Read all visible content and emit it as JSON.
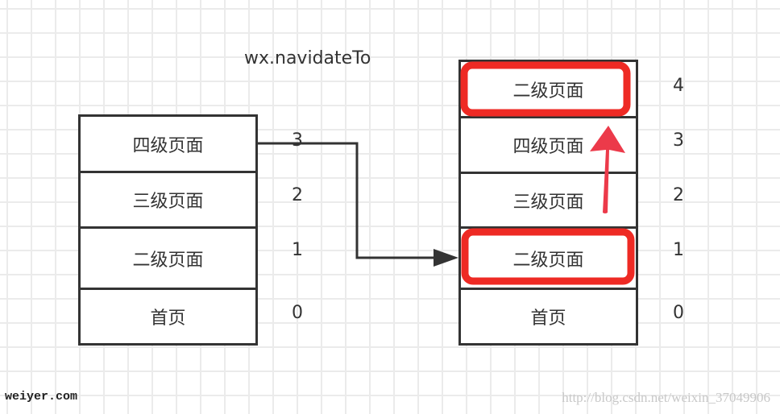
{
  "title": "wx.navidateTo",
  "left_stack": {
    "rows": [
      {
        "label": "四级页面",
        "index": "3"
      },
      {
        "label": "三级页面",
        "index": "2"
      },
      {
        "label": "二级页面",
        "index": "1"
      },
      {
        "label": "首页",
        "index": "0"
      }
    ]
  },
  "right_stack": {
    "rows": [
      {
        "label": "二级页面",
        "index": "4",
        "highlighted": true
      },
      {
        "label": "四级页面",
        "index": "3"
      },
      {
        "label": "三级页面",
        "index": "2"
      },
      {
        "label": "二级页面",
        "index": "1",
        "highlighted": true
      },
      {
        "label": "首页",
        "index": "0"
      }
    ]
  },
  "colors": {
    "stroke": "#333333",
    "highlight": "#ee2a24",
    "arrow_red": "#ec3a4a",
    "grid": "#ebebeb"
  },
  "watermarks": {
    "left": "weiyer.com",
    "right": "http://blog.csdn.net/weixin_37049906"
  }
}
